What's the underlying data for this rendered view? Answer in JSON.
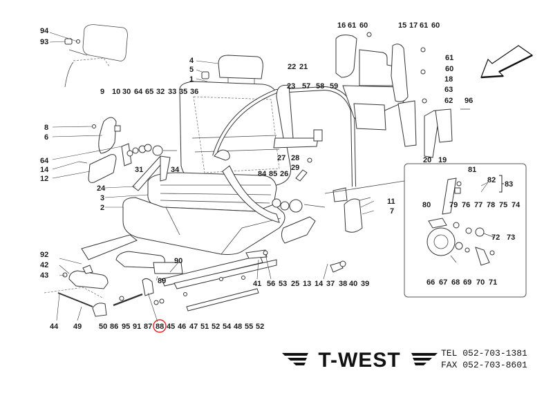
{
  "diagram": {
    "title": "Seat exploded parts diagram",
    "highlighted_part": "88",
    "highlight_color": "#e02020",
    "inset_label_groups": [
      [
        "81",
        "82",
        "83"
      ]
    ],
    "parts": [
      {
        "num": "94"
      },
      {
        "num": "93"
      },
      {
        "num": "4"
      },
      {
        "num": "5"
      },
      {
        "num": "1"
      },
      {
        "num": "9"
      },
      {
        "num": "10"
      },
      {
        "num": "30"
      },
      {
        "num": "64"
      },
      {
        "num": "65"
      },
      {
        "num": "32"
      },
      {
        "num": "33"
      },
      {
        "num": "35"
      },
      {
        "num": "36"
      },
      {
        "num": "8"
      },
      {
        "num": "6"
      },
      {
        "num": "64"
      },
      {
        "num": "14"
      },
      {
        "num": "12"
      },
      {
        "num": "31"
      },
      {
        "num": "34"
      },
      {
        "num": "24"
      },
      {
        "num": "3"
      },
      {
        "num": "2"
      },
      {
        "num": "22"
      },
      {
        "num": "21"
      },
      {
        "num": "23"
      },
      {
        "num": "57"
      },
      {
        "num": "58"
      },
      {
        "num": "59"
      },
      {
        "num": "27"
      },
      {
        "num": "28"
      },
      {
        "num": "29"
      },
      {
        "num": "84"
      },
      {
        "num": "85"
      },
      {
        "num": "26"
      },
      {
        "num": "16"
      },
      {
        "num": "61"
      },
      {
        "num": "60"
      },
      {
        "num": "15"
      },
      {
        "num": "17"
      },
      {
        "num": "61"
      },
      {
        "num": "60"
      },
      {
        "num": "61"
      },
      {
        "num": "60"
      },
      {
        "num": "18"
      },
      {
        "num": "63"
      },
      {
        "num": "62"
      },
      {
        "num": "96"
      },
      {
        "num": "20"
      },
      {
        "num": "19"
      },
      {
        "num": "11"
      },
      {
        "num": "7"
      },
      {
        "num": "81"
      },
      {
        "num": "82"
      },
      {
        "num": "83"
      },
      {
        "num": "80"
      },
      {
        "num": "79"
      },
      {
        "num": "76"
      },
      {
        "num": "77"
      },
      {
        "num": "78"
      },
      {
        "num": "75"
      },
      {
        "num": "74"
      },
      {
        "num": "72"
      },
      {
        "num": "73"
      },
      {
        "num": "66"
      },
      {
        "num": "67"
      },
      {
        "num": "68"
      },
      {
        "num": "69"
      },
      {
        "num": "70"
      },
      {
        "num": "71"
      },
      {
        "num": "92"
      },
      {
        "num": "42"
      },
      {
        "num": "43"
      },
      {
        "num": "90"
      },
      {
        "num": "89"
      },
      {
        "num": "44"
      },
      {
        "num": "49"
      },
      {
        "num": "50"
      },
      {
        "num": "86"
      },
      {
        "num": "95"
      },
      {
        "num": "91"
      },
      {
        "num": "87"
      },
      {
        "num": "88"
      },
      {
        "num": "45"
      },
      {
        "num": "46"
      },
      {
        "num": "47"
      },
      {
        "num": "51"
      },
      {
        "num": "52"
      },
      {
        "num": "54"
      },
      {
        "num": "48"
      },
      {
        "num": "55"
      },
      {
        "num": "52"
      },
      {
        "num": "41"
      },
      {
        "num": "56"
      },
      {
        "num": "53"
      },
      {
        "num": "25"
      },
      {
        "num": "13"
      },
      {
        "num": "14"
      },
      {
        "num": "37"
      },
      {
        "num": "38"
      },
      {
        "num": "40"
      },
      {
        "num": "39"
      }
    ],
    "direction_arrow": "arrow-front-direction"
  },
  "footer": {
    "brand": "T-WEST",
    "tel_label": "TEL",
    "tel": "052-703-1381",
    "fax_label": "FAX",
    "fax": "052-703-8601"
  }
}
